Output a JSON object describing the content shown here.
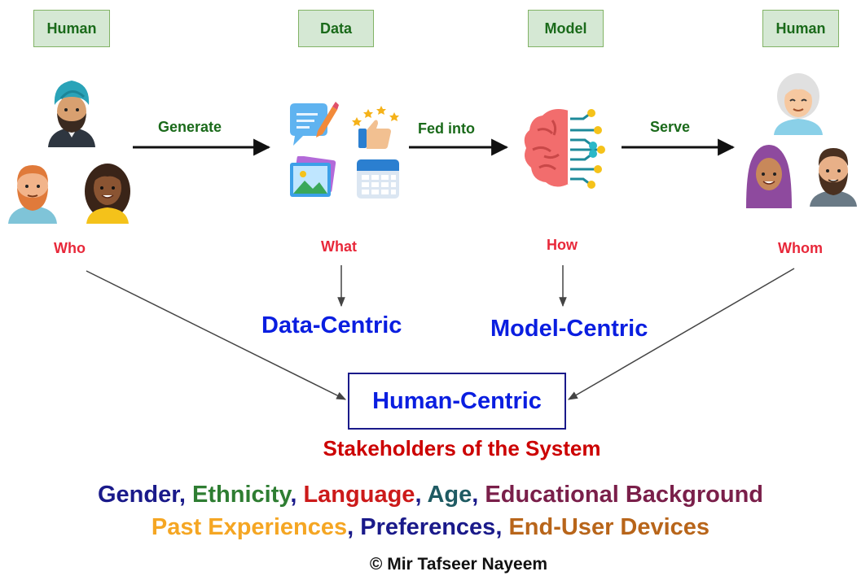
{
  "stages": [
    {
      "label": "Human"
    },
    {
      "label": "Data"
    },
    {
      "label": "Model"
    },
    {
      "label": "Human"
    }
  ],
  "edges": {
    "generate": "Generate",
    "fed_into": "Fed into",
    "serve": "Serve"
  },
  "questions": {
    "who": "Who",
    "what": "What",
    "how": "How",
    "whom": "Whom"
  },
  "centric": {
    "data": "Data-Centric",
    "model": "Model-Centric",
    "human": "Human-Centric"
  },
  "stakeholders": "Stakeholders of the System",
  "attributes_line1": [
    {
      "text": "Gender",
      "color": "#1a1a8a"
    },
    {
      "text": ", ",
      "color": "#1a1a8a"
    },
    {
      "text": "Ethnicity",
      "color": "#2e7d32"
    },
    {
      "text": ", ",
      "color": "#1a1a8a"
    },
    {
      "text": "Language",
      "color": "#cc1a1a"
    },
    {
      "text": ", ",
      "color": "#1a1a8a"
    },
    {
      "text": "Age",
      "color": "#1f5b63"
    },
    {
      "text": ", ",
      "color": "#1a1a8a"
    },
    {
      "text": "Educational Background",
      "color": "#7a1f4a"
    }
  ],
  "attributes_line2": [
    {
      "text": "Past Experiences",
      "color": "#f5a623"
    },
    {
      "text": ", ",
      "color": "#1a1a8a"
    },
    {
      "text": "Preferences",
      "color": "#1a1a8a"
    },
    {
      "text": ", ",
      "color": "#1a1a8a"
    },
    {
      "text": "End-User Devices",
      "color": "#b8651a"
    }
  ],
  "copyright": "© Mir Tafseer Nayeem"
}
